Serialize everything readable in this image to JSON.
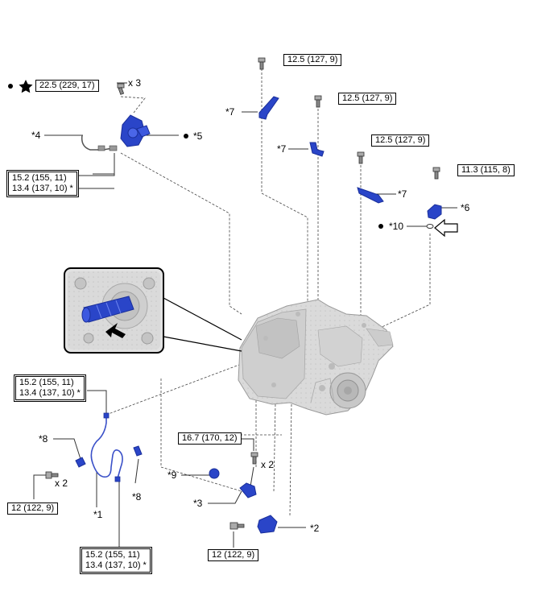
{
  "colors": {
    "part_blue": "#2a45c8",
    "part_blue_dark": "#1a2f9a",
    "housing_gray": "#d4d4d4",
    "housing_shade": "#b4b4b4",
    "leader": "#333333"
  },
  "icons": {
    "bullet": "filled-circle",
    "star": "filled-star",
    "arrow": "outline-arrow-left"
  },
  "torques": {
    "t_star": "22.5 (229, 17)",
    "t_top1": "12.5 (127, 9)",
    "t_top2": "12.5 (127, 9)",
    "t_top3": "12.5 (127, 9)",
    "t_right": "11.3 (115, 8)",
    "t_16": "16.7 (170, 12)",
    "t_12a": "12 (122, 9)",
    "t_12b": "12 (122, 9)",
    "tube_a1": "15.2 (155, 11)",
    "tube_a2": "13.4 (137, 10) *",
    "tube_b1": "15.2 (155, 11)",
    "tube_b2": "13.4 (137, 10) *",
    "tube_c1": "15.2 (155, 11)",
    "tube_c2": "13.4 (137, 10) *"
  },
  "labels": {
    "x3": "x 3",
    "x2a": "x 2",
    "x2b": "x 2",
    "p4": "*4",
    "p5": "*5",
    "p7a": "*7",
    "p7b": "*7",
    "p7c": "*7",
    "p6": "*6",
    "p10": "*10",
    "p8a": "*8",
    "p8b": "*8",
    "p1": "*1",
    "p9": "*9",
    "p3": "*3",
    "p2": "*2"
  }
}
